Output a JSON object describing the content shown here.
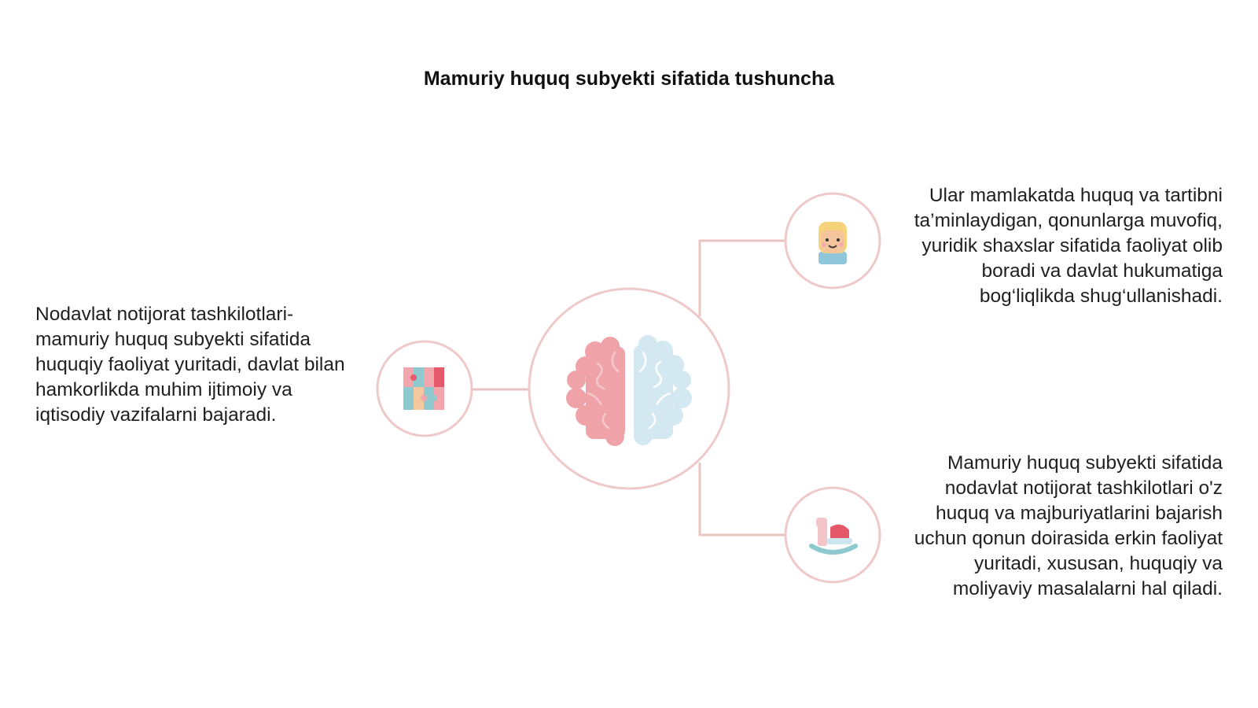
{
  "title": "Mamuriy huquq subyekti sifatida tushuncha",
  "blocks": {
    "left": "Nodavlat notijorat tashkilotlari-mamuriy huquq subyekti sifatida huquqiy faoliyat yuritadi, davlat bilan hamkorlikda muhim ijtimoiy va iqtisodiy vazifalarni bajaradi.",
    "top_right": "Ular mamlakatda huquq va tartibni ta’minlaydigan, qonunlarga muvofiq, yuridik shaxslar sifatida faoliyat olib boradi va davlat hukumatiga bog‘liqlikda shug‘ullanishadi.",
    "bottom_right": "Mamuriy huquq subyekti sifatida nodavlat notijorat tashkilotlari o'z huquq va majburiyatlarini bajarish uchun qonun doirasida erkin faoliyat yuritadi, xususan, huquqiy va moliyaviy masalalarni hal qiladi."
  },
  "icons": {
    "center": "brain-icon",
    "left": "puzzle-icon",
    "top_right": "child-face-icon",
    "bottom_right": "rocking-horse-icon"
  },
  "colors": {
    "ring": "#efc9c9",
    "connector": "#ecc3c3",
    "pink": "#ef9fa6",
    "light_blue": "#cfe6ef",
    "teal": "#8ec9cf"
  }
}
